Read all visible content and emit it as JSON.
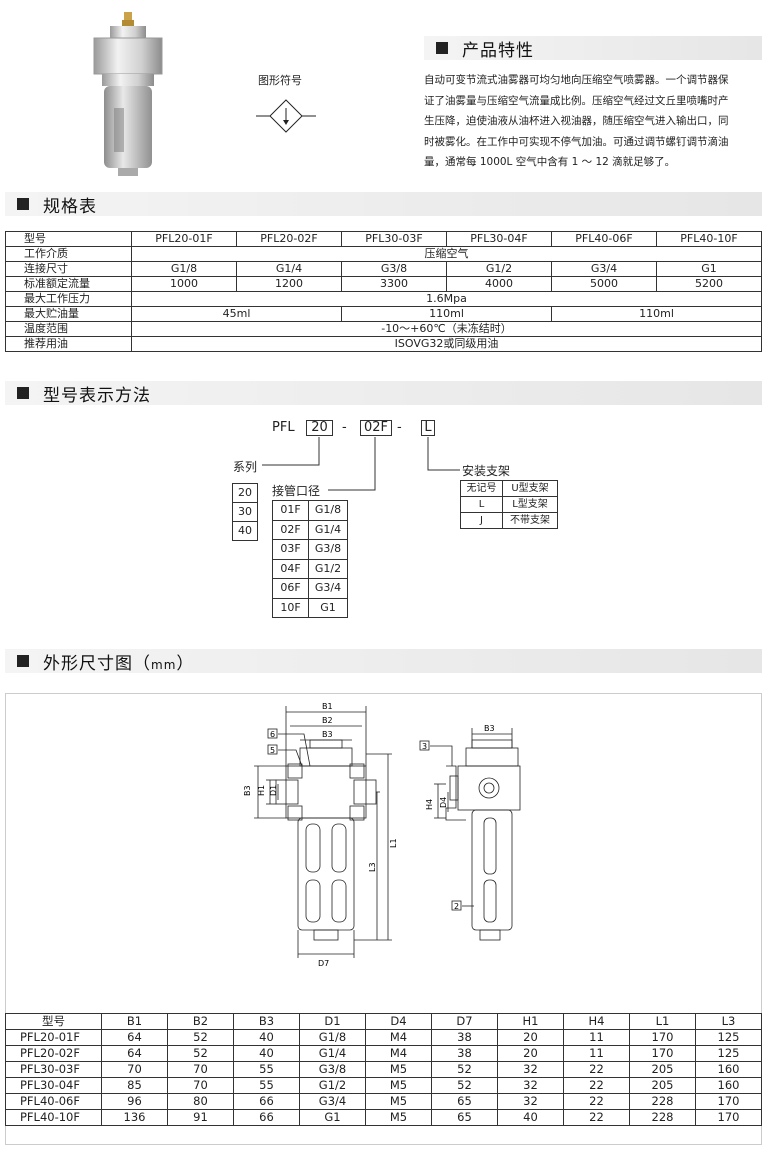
{
  "product": {
    "symbol_label": "图形符号"
  },
  "features": {
    "title": "产品特性",
    "lines": [
      "自动可变节流式油雾器可均匀地向压缩空气喷雾器。一个调节器保",
      "证了油雾量与压缩空气流量成比例。压缩空气经过文丘里喷嘴时产",
      "生压降，迫使油液从油杯进入视油器，随压缩空气进入输出口，同",
      "时被雾化。在工作中可实现不停气加油。可通过调节螺钉调节滴油",
      "量，通常每 1000L 空气中含有 1 ～ 12 滴就足够了。"
    ]
  },
  "spec": {
    "title": "规格表",
    "models_header": "型号",
    "models": [
      "PFL20-01F",
      "PFL20-02F",
      "PFL30-03F",
      "PFL30-04F",
      "PFL40-06F",
      "PFL40-10F"
    ],
    "medium_label": "工作介质",
    "medium": "压缩空气",
    "port_label": "连接尺寸",
    "ports": [
      "G1/8",
      "G1/4",
      "G3/8",
      "G1/2",
      "G3/4",
      "G1"
    ],
    "flow_label": "标准额定流量",
    "flows": [
      "1000",
      "1200",
      "3300",
      "4000",
      "5000",
      "5200"
    ],
    "pressure_label": "最大工作压力",
    "pressure": "1.6Mpa",
    "oil_label": "最大贮油量",
    "oil": [
      "45ml",
      "110ml",
      "110ml"
    ],
    "temp_label": "温度范围",
    "temp": "-10～+60℃（未冻结时）",
    "lube_label": "推荐用油",
    "lube": "ISOVG32或同级用油"
  },
  "model_code": {
    "title": "型号表示方法",
    "prefix": "PFL",
    "series_code": "20",
    "dash1": "-",
    "port_code": "02F",
    "dash2": "-",
    "bracket_code": "L",
    "series_label": "系列",
    "series": [
      "20",
      "30",
      "40"
    ],
    "port_label": "接管口径",
    "ports": [
      [
        "01F",
        "G1/8"
      ],
      [
        "02F",
        "G1/4"
      ],
      [
        "03F",
        "G3/8"
      ],
      [
        "04F",
        "G1/2"
      ],
      [
        "06F",
        "G3/4"
      ],
      [
        "10F",
        "G1"
      ]
    ],
    "bracket_label": "安装支架",
    "brackets": [
      [
        "无记号",
        "U型支架"
      ],
      [
        "L",
        "L型支架"
      ],
      [
        "J",
        "不带支架"
      ]
    ]
  },
  "dims": {
    "title": "外形尺寸图",
    "unit": "mm",
    "labels": {
      "b1": "B1",
      "b2": "B2",
      "b3": "B3",
      "b3r": "B3",
      "h1": "H1",
      "d1": "D1",
      "l1": "L1",
      "l3": "L3",
      "d7": "D7",
      "h4": "H4",
      "d4": "D4",
      "n6": "6",
      "n5": "5",
      "n3": "3",
      "n2": "2"
    },
    "headers": [
      "型号",
      "B1",
      "B2",
      "B3",
      "D1",
      "D4",
      "D7",
      "H1",
      "H4",
      "L1",
      "L3"
    ],
    "rows": [
      [
        "PFL20-01F",
        "64",
        "52",
        "40",
        "G1/8",
        "M4",
        "38",
        "20",
        "11",
        "170",
        "125"
      ],
      [
        "PFL20-02F",
        "64",
        "52",
        "40",
        "G1/4",
        "M4",
        "38",
        "20",
        "11",
        "170",
        "125"
      ],
      [
        "PFL30-03F",
        "70",
        "70",
        "55",
        "G3/8",
        "M5",
        "52",
        "32",
        "22",
        "205",
        "160"
      ],
      [
        "PFL30-04F",
        "85",
        "70",
        "55",
        "G1/2",
        "M5",
        "52",
        "32",
        "22",
        "205",
        "160"
      ],
      [
        "PFL40-06F",
        "96",
        "80",
        "66",
        "G3/4",
        "M5",
        "65",
        "32",
        "22",
        "228",
        "170"
      ],
      [
        "PFL40-10F",
        "136",
        "91",
        "66",
        "G1",
        "M5",
        "65",
        "40",
        "22",
        "228",
        "170"
      ]
    ]
  }
}
